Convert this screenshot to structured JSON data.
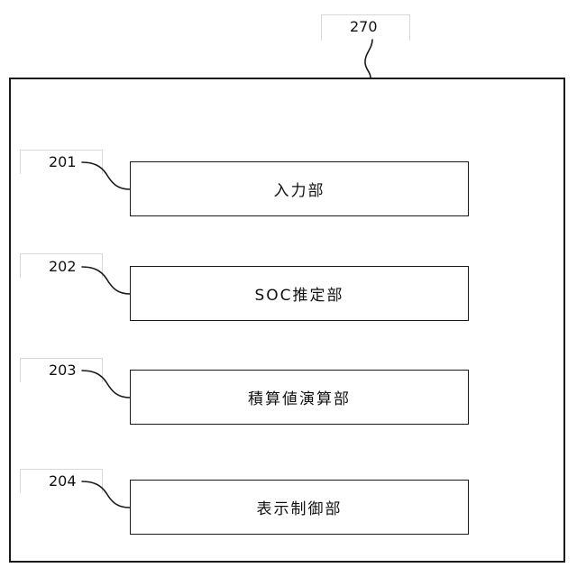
{
  "diagram": {
    "outer_ref": "270",
    "blocks": [
      {
        "ref": "201",
        "label": "入力部"
      },
      {
        "ref": "202",
        "label": "SOC推定部"
      },
      {
        "ref": "203",
        "label": "積算値演算部"
      },
      {
        "ref": "204",
        "label": "表示制御部"
      }
    ]
  }
}
